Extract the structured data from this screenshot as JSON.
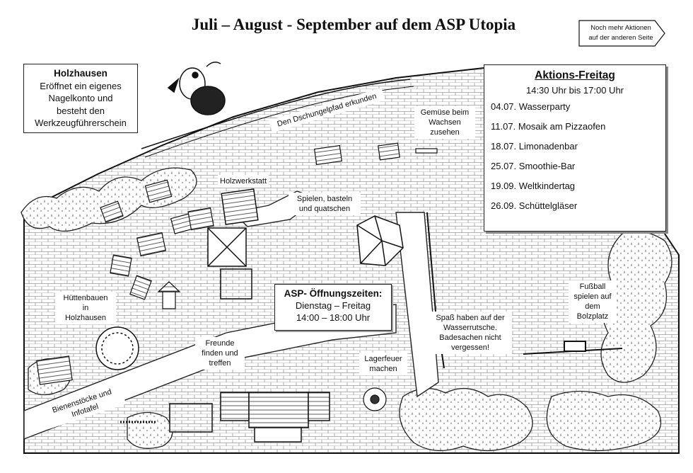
{
  "title": "Juli – August - September auf dem ASP Utopia",
  "next_page": [
    "Noch mehr Aktionen",
    "auf der anderen Seite"
  ],
  "holzhausen_box": {
    "heading": "Holzhausen",
    "lines": [
      "Eröffnet ein eigenes",
      "Nagelkonto und",
      "besteht den",
      "Werkzeugführerschein"
    ]
  },
  "aktions_freitag": {
    "heading": "Aktions-Freitag",
    "time": "14:30 Uhr bis 17:00 Uhr",
    "events": [
      {
        "date": "04.07.",
        "name": "Wasserparty"
      },
      {
        "date": "11.07.",
        "name": "Mosaik am Pizzaofen"
      },
      {
        "date": "18.07.",
        "name": "Limonadenbar"
      },
      {
        "date": "25.07.",
        "name": "Smoothie-Bar"
      },
      {
        "date": "19.09.",
        "name": "Weltkindertag"
      },
      {
        "date": "26.09.",
        "name": "Schüttelgläser"
      }
    ]
  },
  "opening_hours": {
    "heading": "ASP- Öffnungszeiten:",
    "days": "Dienstag – Freitag",
    "hours": "14:00 – 18:00 Uhr"
  },
  "map_labels": {
    "dschungelpfad": "Den Dschungelpfad erkunden",
    "gemuese": [
      "Gemüse beim",
      "Wachsen",
      "zusehen"
    ],
    "holzwerkstatt": "Holzwerkstatt",
    "spielen": [
      "Spielen, basteln",
      "und quatschen"
    ],
    "huetten": [
      "Hüttenbauen",
      "in",
      "Holzhausen"
    ],
    "freunde": [
      "Freunde",
      "finden und",
      "treffen"
    ],
    "lagerfeuer": [
      "Lagerfeuer",
      "machen"
    ],
    "wasserrutsche": [
      "Spaß haben auf der",
      "Wasserrutsche.",
      "Badesachen nicht",
      "vergessen!"
    ],
    "fussball": [
      "Fußball",
      "spielen auf",
      "dem",
      "Bolzplatz"
    ],
    "bienen": "Bienenstöcke und Infotafel"
  },
  "colors": {
    "ink": "#111111",
    "paper": "#ffffff",
    "hatch": "#9a9a9a"
  }
}
